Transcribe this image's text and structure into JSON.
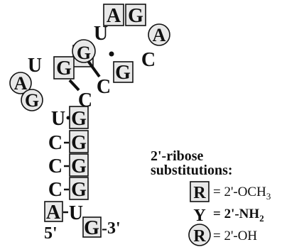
{
  "molecule": {
    "five_prime_label": "5'",
    "three_prime_label": "-3'",
    "nucleotides": {
      "loop_A_top": "A",
      "loop_G_top": "G",
      "loop_A_circ": "A",
      "loop_C_right": "C",
      "loop_U_top": "U",
      "loop_G_circ_top": "G",
      "loop_G_box_mid": "G",
      "loop_U_left": "U",
      "loop_G_box_left": "G",
      "loop_A_circ_left": "A",
      "loop_G_circ_left": "G",
      "inner_C_1": "C",
      "inner_C_2": "C",
      "stem_U": "U",
      "stem_G_1": "G",
      "stem_C_1": "C",
      "stem_G_2": "G",
      "stem_C_2": "C",
      "stem_G_3": "G",
      "stem_C_3": "C",
      "stem_G_4": "G",
      "stem_A_box": "A",
      "stem_U_bottom": "U",
      "stem_G_bottom": "G"
    }
  },
  "legend": {
    "title_line1": "2'-ribose",
    "title_line2": "substitutions:",
    "items": [
      {
        "symbol": "R",
        "style": "boxed",
        "text": "= 2'-OCH",
        "subscript": "3"
      },
      {
        "symbol": "Y",
        "style": "plain",
        "text": "= 2'-NH",
        "subscript": "2"
      },
      {
        "symbol": "R",
        "style": "circled",
        "text": "= 2'-OH",
        "subscript": ""
      }
    ]
  }
}
